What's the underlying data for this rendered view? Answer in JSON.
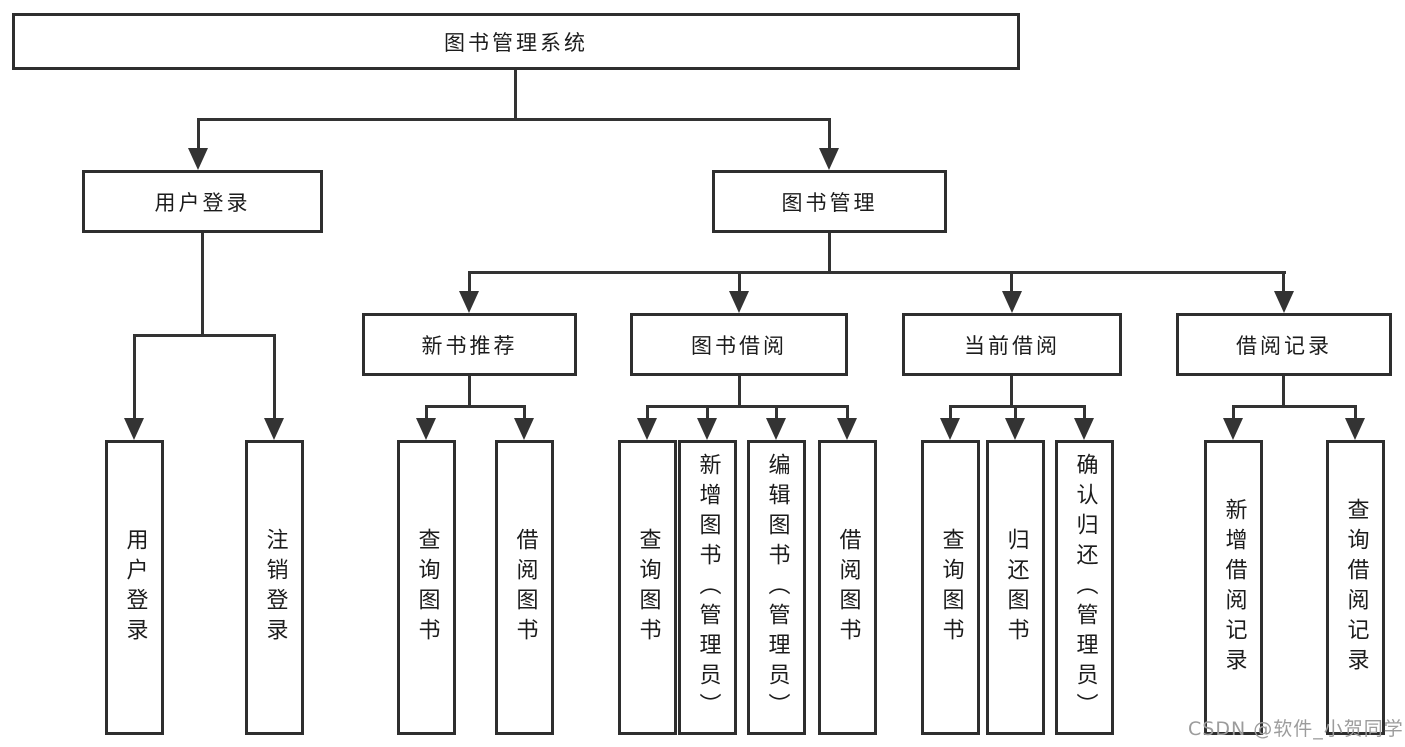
{
  "diagram": {
    "root": "图书管理系统",
    "level2": [
      "用户登录",
      "图书管理"
    ],
    "level3": [
      "新书推荐",
      "图书借阅",
      "当前借阅",
      "借阅记录"
    ],
    "leaves": {
      "user": [
        "用户登录",
        "注销登录"
      ],
      "new_books": [
        "查询图书",
        "借阅图书"
      ],
      "borrowing": [
        "查询图书",
        "新增图书（管理员）",
        "编辑图书（管理员）",
        "借阅图书"
      ],
      "current": [
        "查询图书",
        "归还图书",
        "确认归还（管理员）"
      ],
      "records": [
        "新增借阅记录",
        "查询借阅记录"
      ]
    }
  },
  "watermark": "CSDN @软件_小贺同学",
  "colors": {
    "line": "#333333",
    "box_border": "#2e2e2e",
    "text": "#1c1c1c",
    "watermark": "#9c9c9c",
    "background": "#ffffff"
  }
}
